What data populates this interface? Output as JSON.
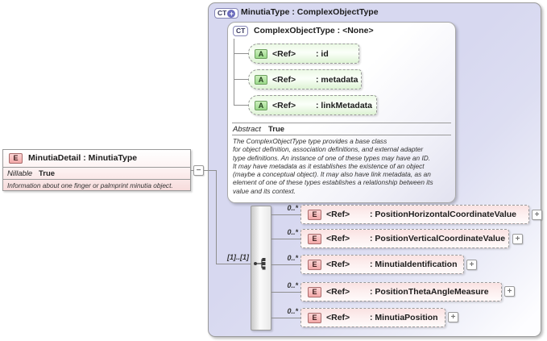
{
  "icons": {
    "element": "E",
    "attribute": "A",
    "complex_type": "CT",
    "plus": "+",
    "minus": "−"
  },
  "element_box": {
    "title": "MinutiaDetail : MinutiaType",
    "nillable_label": "Nillable",
    "nillable_value": "True",
    "annotation": "Information about one finger or palmprint minutia object."
  },
  "type_panel": {
    "title": "MinutiaType : ComplexObjectType",
    "base_type": {
      "title": "ComplexObjectType : <None>",
      "attributes": [
        {
          "ref": "<Ref>",
          "name": ": id"
        },
        {
          "ref": "<Ref>",
          "name": ": metadata"
        },
        {
          "ref": "<Ref>",
          "name": ": linkMetadata"
        }
      ],
      "abstract_label": "Abstract",
      "abstract_value": "True",
      "annotation": "The ComplexObjectType type provides a base class\nfor object definition, association definitions, and external adapter\ntype definitions. An instance of one of these types may have an ID.\nIt may have metadata as it establishes the existence of an object\n(maybe a conceptual object). It may also have link metadata, as an\nelement of one of these types establishes a relationship between its\nvalue and its context."
    },
    "sequence": {
      "cardinality": "[1]..[1]",
      "elements": [
        {
          "occurs": "0..*",
          "ref": "<Ref>",
          "name": ": PositionHorizontalCoordinateValue"
        },
        {
          "occurs": "0..*",
          "ref": "<Ref>",
          "name": ": PositionVerticalCoordinateValue"
        },
        {
          "occurs": "0..*",
          "ref": "<Ref>",
          "name": ": MinutiaIdentification"
        },
        {
          "occurs": "0..*",
          "ref": "<Ref>",
          "name": ": PositionThetaAngleMeasure"
        },
        {
          "occurs": "0..*",
          "ref": "<Ref>",
          "name": ": MinutiaPosition"
        }
      ]
    }
  }
}
